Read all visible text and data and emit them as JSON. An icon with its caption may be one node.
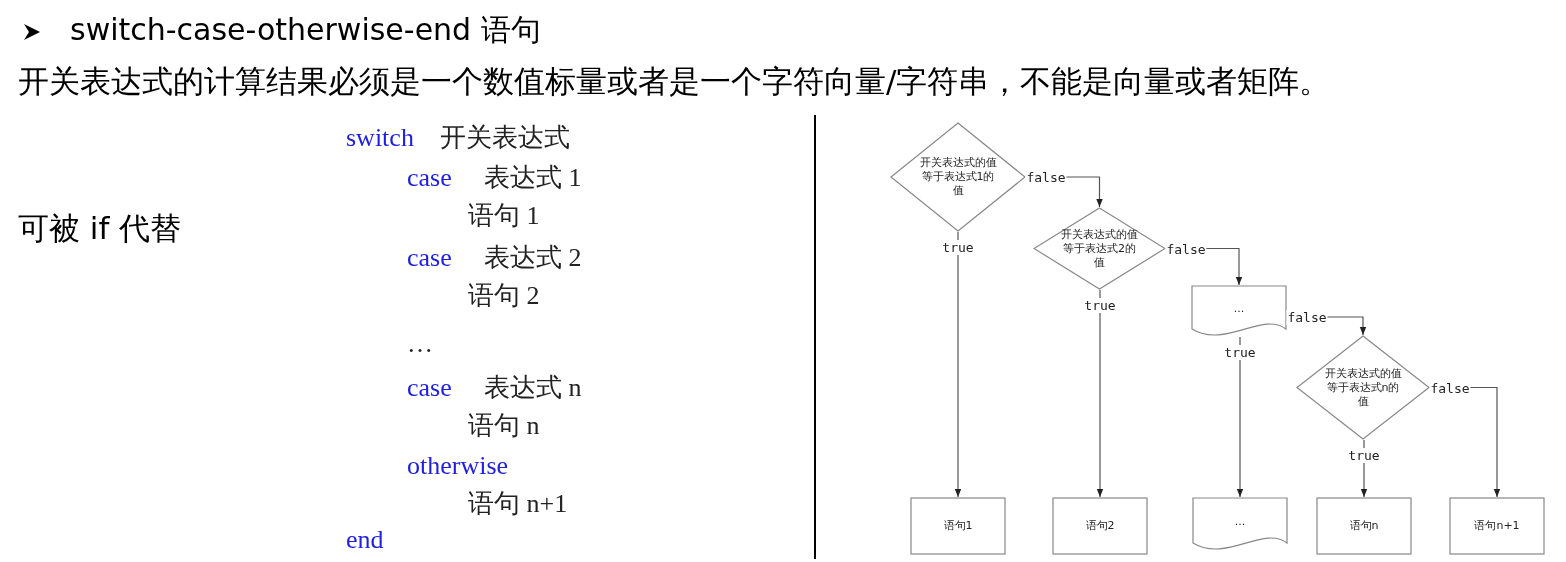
{
  "diagram": {
    "title": "switch-case-otherwise-end 语句",
    "nodes": [
      {
        "text": [
          "开关表达式的值等于表达式1的值"
        ]
      },
      {
        "text": [
          "开关表达式的值等于表达式2的值"
        ]
      },
      {
        "text": [
          "..."
        ]
      },
      {
        "text": [
          "开关表达式的值等于表达式n的值"
        ]
      },
      {
        "text": [
          "语句1"
        ]
      },
      {
        "text": [
          "语句2"
        ]
      },
      {
        "text": [
          "..."
        ]
      },
      {
        "text": [
          "语句n"
        ]
      },
      {
        "text": [
          "语句n+1"
        ]
      }
    ],
    "edges": [
      {
        "from": 0,
        "to": 1,
        "arrow": "to",
        "label": "false"
      },
      {
        "from": 0,
        "to": 4,
        "arrow": "to",
        "label": "true"
      },
      {
        "from": 1,
        "to": 2,
        "arrow": "to",
        "label": "false"
      },
      {
        "from": 1,
        "to": 5,
        "arrow": "to",
        "label": "true"
      },
      {
        "from": 2,
        "to": 3,
        "arrow": "to",
        "label": "false"
      },
      {
        "from": 2,
        "to": 6,
        "arrow": "to",
        "label": "true"
      },
      {
        "from": 3,
        "to": 7,
        "arrow": "to",
        "label": "true"
      },
      {
        "from": 3,
        "to": 8,
        "arrow": "to",
        "label": "false"
      }
    ],
    "labels": [
      "开关表达式的计算结果必须是一个数值标量或者是一个字符向量/字符串，不能是向量或者矩阵。",
      "可被 if 代替",
      "switch",
      "开关表达式",
      "case",
      "表达式 1",
      "语句 1",
      "case",
      "表达式 2",
      "语句 2",
      "…",
      "case",
      "表达式 n",
      "语句 n",
      "otherwise",
      "语句 n+1",
      "end"
    ]
  }
}
